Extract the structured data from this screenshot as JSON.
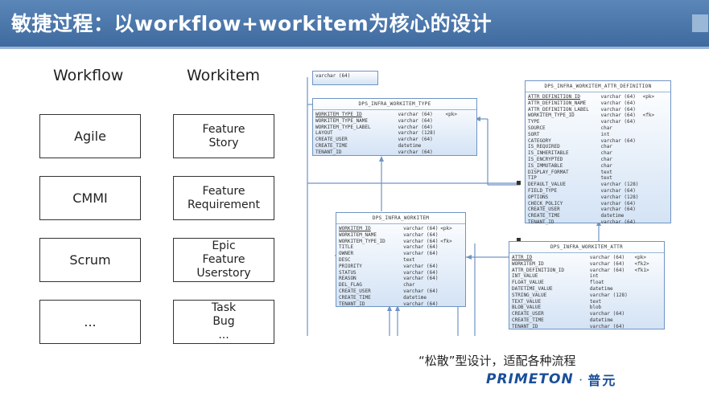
{
  "slide": {
    "title": "敏捷过程：以workflow+workitem为核心的设计",
    "caption": "“松散”型设计，适配各种流程"
  },
  "left": {
    "workflow_header": "Workflow",
    "workitem_header": "Workitem",
    "workflows": [
      "Agile",
      "CMMI",
      "Scrum",
      "..."
    ],
    "workitems": [
      [
        "Feature",
        "Story"
      ],
      [
        "Feature",
        "Requirement"
      ],
      [
        "Epic",
        "Feature",
        "Userstory"
      ],
      [
        "Task",
        "Bug",
        "..."
      ]
    ]
  },
  "entities": {
    "partial_top": {
      "rows": [
        [
          "varchar (64)"
        ]
      ]
    },
    "workitem_type": {
      "name": "DPS_INFRA_WORKITEM_TYPE",
      "rows": [
        [
          "WORKITEM_TYPE_ID",
          "varchar (64)",
          "<pk>",
          true
        ],
        [
          "WORKITEM_TYPE_NAME",
          "varchar (64)",
          "",
          false
        ],
        [
          "WORKITEM_TYPE_LABEL",
          "varchar (64)",
          "",
          false
        ],
        [
          "LAYOUT",
          "varchar (128)",
          "",
          false
        ],
        [
          "CREATE_USER",
          "varchar (64)",
          "",
          false
        ],
        [
          "CREATE_TIME",
          "datetime",
          "",
          false
        ],
        [
          "TENANT_ID",
          "varchar (64)",
          "",
          false
        ]
      ]
    },
    "attr_definition": {
      "name": "DPS_INFRA_WORKITEM_ATTR_DEFINITION",
      "rows": [
        [
          "ATTR_DEFINITION_ID",
          "varchar (64)",
          "<pk>",
          true
        ],
        [
          "ATTR_DEFINITION_NAME",
          "varchar (64)",
          "",
          false
        ],
        [
          "ATTR_DEFINITION_LABEL",
          "varchar (64)",
          "",
          false
        ],
        [
          "WORKITEM_TYPE_ID",
          "varchar (64)",
          "<fk>",
          false
        ],
        [
          "TYPE",
          "varchar (64)",
          "",
          false
        ],
        [
          "SOURCE",
          "char",
          "",
          false
        ],
        [
          "SORT",
          "int",
          "",
          false
        ],
        [
          "CATEGORY",
          "varchar (64)",
          "",
          false
        ],
        [
          "IS_REQUIRED",
          "char",
          "",
          false
        ],
        [
          "IS_INHERITABLE",
          "char",
          "",
          false
        ],
        [
          "IS_ENCRYPTED",
          "char",
          "",
          false
        ],
        [
          "IS_IMMUTABLE",
          "char",
          "",
          false
        ],
        [
          "DISPLAY_FORMAT",
          "text",
          "",
          false
        ],
        [
          "TIP",
          "text",
          "",
          false
        ],
        [
          "DEFAULT_VALUE",
          "varchar (128)",
          "",
          false
        ],
        [
          "FIELD_TYPE",
          "varchar (64)",
          "",
          false
        ],
        [
          "OPTIONS",
          "varchar (128)",
          "",
          false
        ],
        [
          "CHECK_POLICY",
          "varchar (64)",
          "",
          false
        ],
        [
          "CREATE_USER",
          "varchar (64)",
          "",
          false
        ],
        [
          "CREATE_TIME",
          "datetime",
          "",
          false
        ],
        [
          "TENANT_ID",
          "varchar (64)",
          "",
          false
        ]
      ]
    },
    "workitem": {
      "name": "DPS_INFRA_WORKITEM",
      "rows": [
        [
          "WORKITEM_ID",
          "varchar (64)",
          "<pk>",
          true
        ],
        [
          "WORKITEM_NAME",
          "varchar (64)",
          "",
          false
        ],
        [
          "WORKITEM_TYPE_ID",
          "varchar (64)",
          "<fk>",
          false
        ],
        [
          "TITLE",
          "varchar (64)",
          "",
          false
        ],
        [
          "OWNER",
          "varchar (64)",
          "",
          false
        ],
        [
          "DESC",
          "text",
          "",
          false
        ],
        [
          "PRIORITY",
          "varchar (64)",
          "",
          false
        ],
        [
          "STATUS",
          "varchar (64)",
          "",
          false
        ],
        [
          "REASON",
          "varchar (64)",
          "",
          false
        ],
        [
          "DEL_FLAG",
          "char",
          "",
          false
        ],
        [
          "CREATE_USER",
          "varchar (64)",
          "",
          false
        ],
        [
          "CREATE_TIME",
          "datetime",
          "",
          false
        ],
        [
          "TENANT_ID",
          "varchar (64)",
          "",
          false
        ]
      ]
    },
    "attr": {
      "name": "DPS_INFRA_WORKITEM_ATTR",
      "rows": [
        [
          "ATTR_ID",
          "varchar (64)",
          "<pk>",
          true
        ],
        [
          "WORKITEM_ID",
          "varchar (64)",
          "<fk2>",
          false
        ],
        [
          "ATTR_DEFINITION_ID",
          "varchar (64)",
          "<fk1>",
          false
        ],
        [
          "INT_VALUE",
          "int",
          "",
          false
        ],
        [
          "FLOAT_VALUE",
          "float",
          "",
          false
        ],
        [
          "DATETIME_VALUE",
          "datetime",
          "",
          false
        ],
        [
          "STRING_VALUE",
          "varchar (128)",
          "",
          false
        ],
        [
          "TEXT_VALUE",
          "text",
          "",
          false
        ],
        [
          "BLOB_VALUE",
          "blob",
          "",
          false
        ],
        [
          "CREATE_USER",
          "varchar (64)",
          "",
          false
        ],
        [
          "CREATE_TIME",
          "datetime",
          "",
          false
        ],
        [
          "TENANT_ID",
          "varchar (64)",
          "",
          false
        ]
      ]
    }
  },
  "logo": {
    "brand": "PRIMETON",
    "separator": "·",
    "cn": "普元"
  },
  "colors": {
    "title_bar": "#4a76aa",
    "entity_border": "#6f94c4",
    "connector": "#6f94c4",
    "logo": "#1a4e9a"
  }
}
